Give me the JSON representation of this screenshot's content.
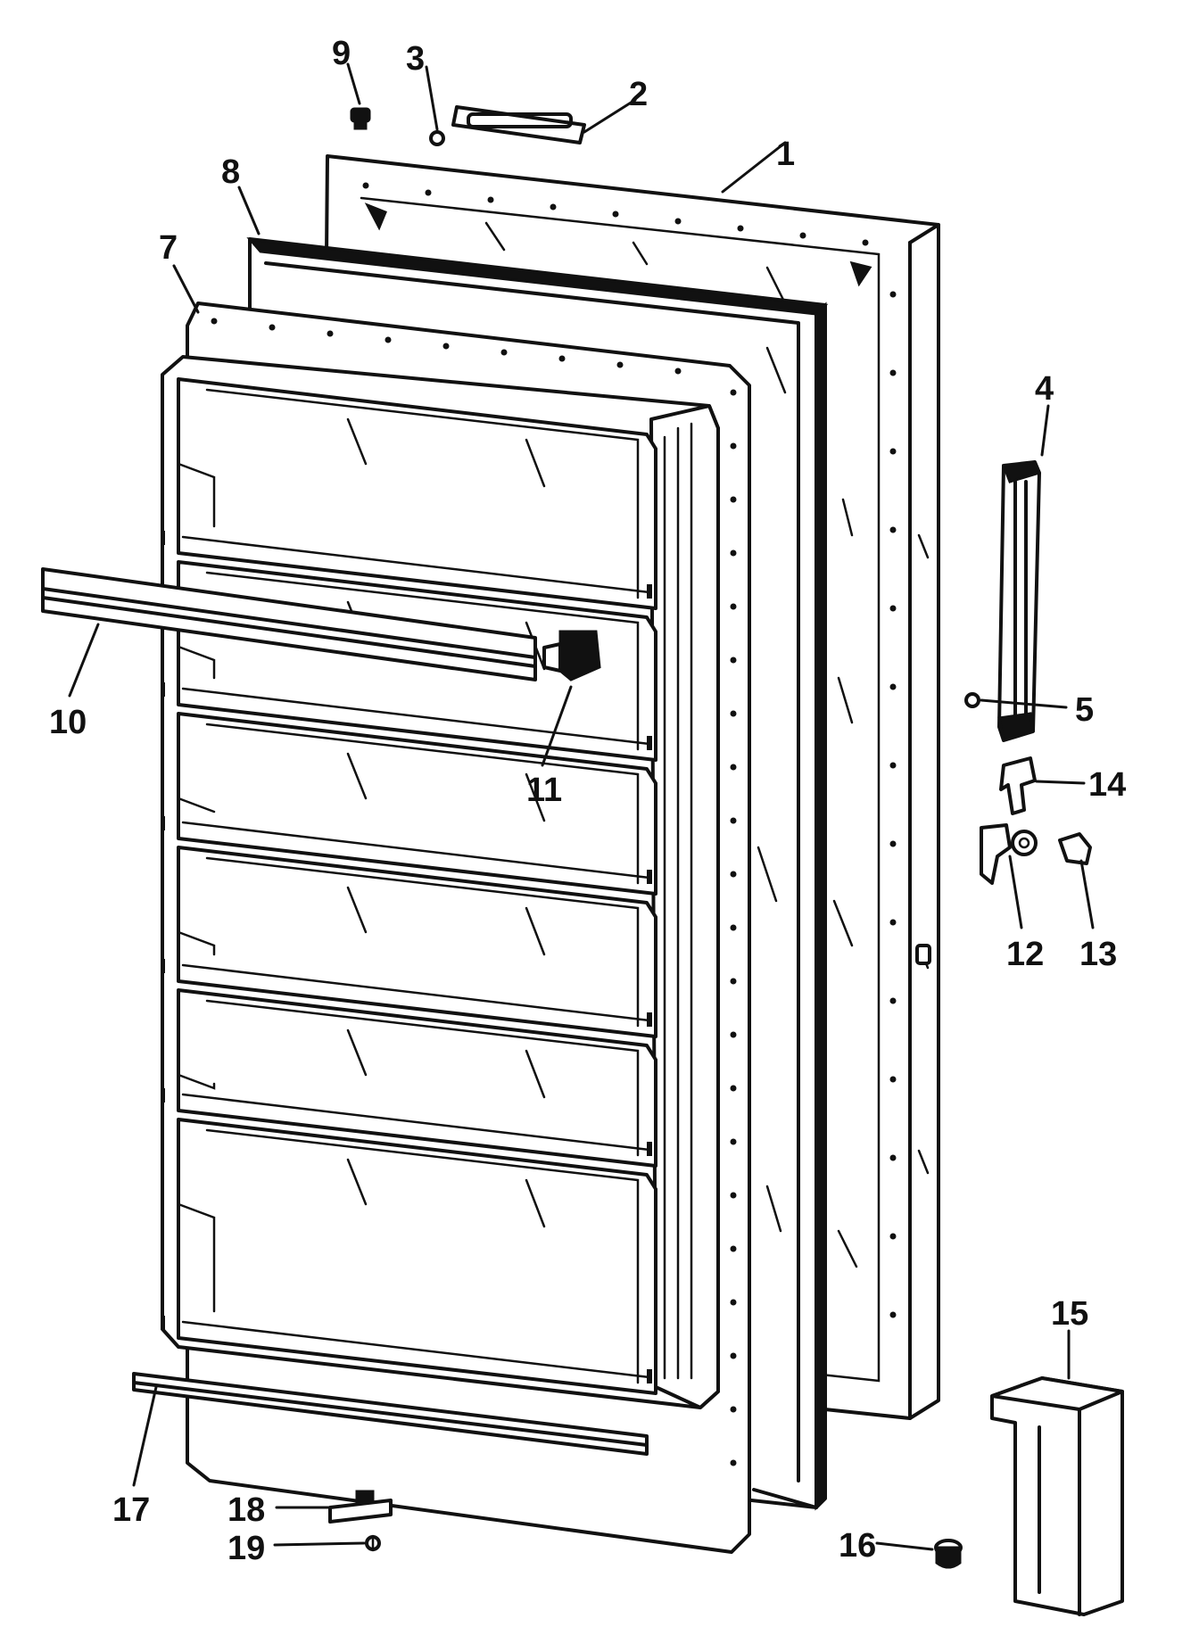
{
  "diagram": {
    "callouts": [
      {
        "id": "1",
        "text": "1"
      },
      {
        "id": "2",
        "text": "2"
      },
      {
        "id": "3",
        "text": "3"
      },
      {
        "id": "4",
        "text": "4"
      },
      {
        "id": "5",
        "text": "5"
      },
      {
        "id": "7",
        "text": "7"
      },
      {
        "id": "8",
        "text": "8"
      },
      {
        "id": "9",
        "text": "9"
      },
      {
        "id": "10",
        "text": "10"
      },
      {
        "id": "11",
        "text": "11"
      },
      {
        "id": "12",
        "text": "12"
      },
      {
        "id": "13",
        "text": "13"
      },
      {
        "id": "14",
        "text": "14"
      },
      {
        "id": "15",
        "text": "15"
      },
      {
        "id": "16",
        "text": "16"
      },
      {
        "id": "17",
        "text": "17"
      },
      {
        "id": "18",
        "text": "18"
      },
      {
        "id": "19",
        "text": "19"
      }
    ]
  }
}
